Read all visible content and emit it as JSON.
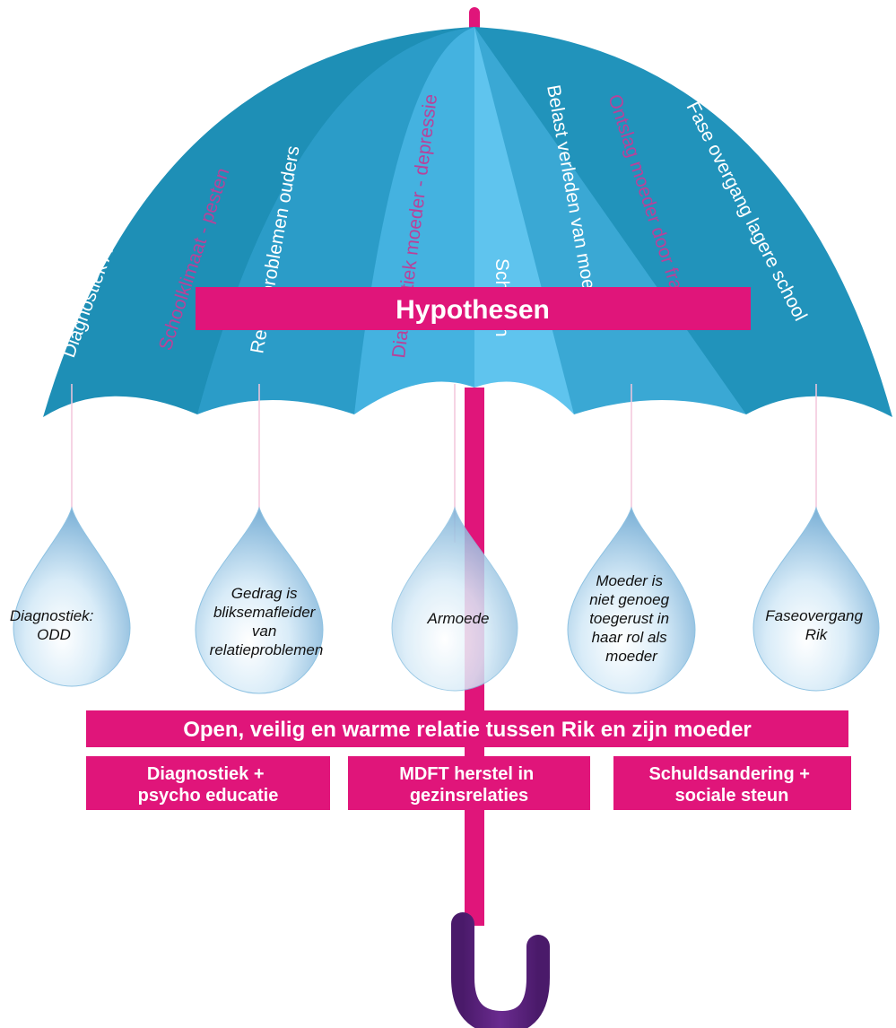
{
  "colors": {
    "canopy_dark": "#1e8fb6",
    "canopy_mid": "#3aa8d4",
    "canopy_light": "#5fc4ee",
    "accent": "#e0157a",
    "handle": "#5e2483",
    "panel_text_alt": "#b8429a"
  },
  "canopy": {
    "panels": [
      {
        "text": "Diagnostiek ADHD of ODD",
        "color": "white"
      },
      {
        "text": "Schoolklimaat - pesten",
        "color": "magenta"
      },
      {
        "text": "Relatieproblemen ouders",
        "color": "white"
      },
      {
        "text": "Diagnostiek moeder - depressie",
        "color": "magenta"
      },
      {
        "text": "Schulden",
        "color": "white"
      },
      {
        "text": "Belast verleden van moeder",
        "color": "white"
      },
      {
        "text": "Ontslag moeder door fraude",
        "color": "magenta"
      },
      {
        "text": "Fase overgang lagere school",
        "color": "white"
      }
    ]
  },
  "hypotheses_label": "Hypothesen",
  "drops": [
    {
      "lines": [
        "Diagnostiek:",
        "ODD"
      ]
    },
    {
      "lines": [
        "Gedrag is",
        "bliksemafleider",
        "van",
        "relatieproblemen"
      ]
    },
    {
      "lines": [
        "Armoede"
      ]
    },
    {
      "lines": [
        "Moeder is",
        "niet genoeg",
        "toegerust in",
        "haar rol als",
        "moeder"
      ]
    },
    {
      "lines": [
        "Faseovergang",
        "Rik"
      ]
    }
  ],
  "relation_label": "Open, veilig en warme relatie tussen Rik en zijn moeder",
  "interventions": [
    {
      "lines": [
        "Diagnostiek +",
        "psycho educatie"
      ]
    },
    {
      "lines": [
        "MDFT herstel in",
        "gezinsrelaties"
      ]
    },
    {
      "lines": [
        "Schuldsandering +",
        "sociale steun"
      ]
    }
  ]
}
